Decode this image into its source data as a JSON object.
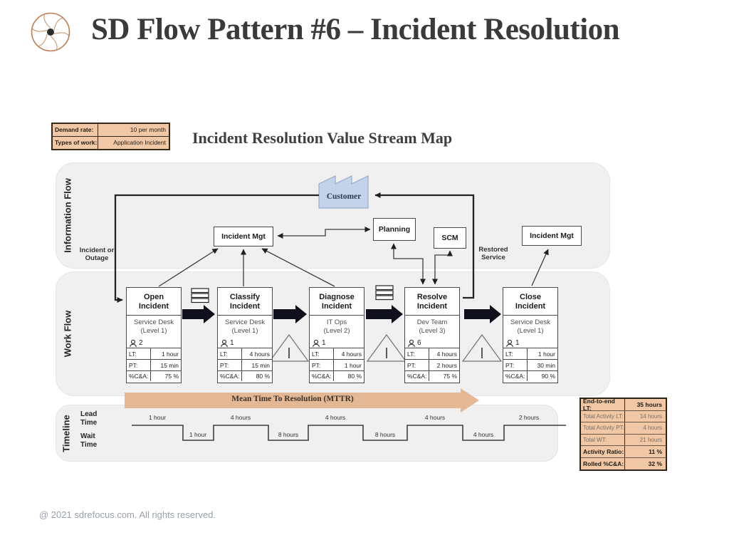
{
  "header": {
    "title": "SD Flow Pattern #6 – Incident Resolution"
  },
  "subtitle": "Incident Resolution Value Stream Map",
  "demand_box": {
    "rows": [
      {
        "label": "Demand rate:",
        "value": "10 per month"
      },
      {
        "label": "Types of work:",
        "value": "Application Incident"
      }
    ]
  },
  "bands": {
    "information_flow": "Information Flow",
    "work_flow": "Work Flow",
    "timeline": "Timeline"
  },
  "information_flow": {
    "customer_label": "Customer",
    "incident_mgt_left": "Incident Mgt",
    "planning": "Planning",
    "scm": "SCM",
    "incident_mgt_right": "Incident Mgt",
    "incident_or_outage": "Incident or Outage",
    "restored_service": "Restored Service"
  },
  "metric_labels": {
    "lt": "LT:",
    "pt": "PT:",
    "ca": "%C&A:"
  },
  "processes": [
    {
      "title": "Open Incident",
      "team": "Service Desk",
      "level": "(Level 1)",
      "people": "2",
      "lt": "1 hour",
      "pt": "15 min",
      "ca": "75 %"
    },
    {
      "title": "Classify Incident",
      "team": "Service Desk",
      "level": "(Level 1)",
      "people": "1",
      "lt": "4 hours",
      "pt": "15 min",
      "ca": "80 %"
    },
    {
      "title": "Diagnose Incident",
      "team": "IT Ops",
      "level": "(Level 2)",
      "people": "1",
      "lt": "4 hours",
      "pt": "1 hour",
      "ca": "80 %"
    },
    {
      "title": "Resolve Incident",
      "team": "Dev Team",
      "level": "(Level 3)",
      "people": "6",
      "lt": "4 hours",
      "pt": "2 hours",
      "ca": "75 %"
    },
    {
      "title": "Close Incident",
      "team": "Service Desk",
      "level": "(Level 1)",
      "people": "1",
      "lt": "1 hour",
      "pt": "30 min",
      "ca": "90 %"
    }
  ],
  "mttr": {
    "label": "Mean Time To Resolution (MTTR)"
  },
  "timeline": {
    "lead_time": "Lead Time",
    "wait_time": "Wait Time",
    "segments": [
      {
        "type": "lead",
        "label": "1 hour"
      },
      {
        "type": "wait",
        "label": "1 hour"
      },
      {
        "type": "lead",
        "label": "4 hours"
      },
      {
        "type": "wait",
        "label": "8 hours"
      },
      {
        "type": "lead",
        "label": "4 hours"
      },
      {
        "type": "wait",
        "label": "8 hours"
      },
      {
        "type": "lead",
        "label": "4 hours"
      },
      {
        "type": "wait",
        "label": "4 hours"
      },
      {
        "type": "lead",
        "label": "2 hours"
      }
    ]
  },
  "summary_table": {
    "rows": [
      {
        "label": "End-to-end LT:",
        "value": "35 hours",
        "bold": true
      },
      {
        "label": "Total Activity LT:",
        "value": "14 hours",
        "bold": false
      },
      {
        "label": "Total Activity PT:",
        "value": "4 hours",
        "bold": false
      },
      {
        "label": "Total WT:",
        "value": "21 hours",
        "bold": false
      },
      {
        "label": "Activity Ratio:",
        "value": "11 %",
        "bold": true
      },
      {
        "label": "Rolled %C&A:",
        "value": "32 %",
        "bold": true
      }
    ]
  },
  "footer": {
    "copyright": "@ 2021 sdrefocus.com. All rights reserved."
  },
  "colors": {
    "salmon": "#f1c8a5",
    "mttr_arrow": "#e4b795",
    "customer_blue": "#c2d3ea",
    "band_gray": "#f0f0f1",
    "connector_line": "#3c3c3c",
    "logo_accent": "#c07c50"
  }
}
